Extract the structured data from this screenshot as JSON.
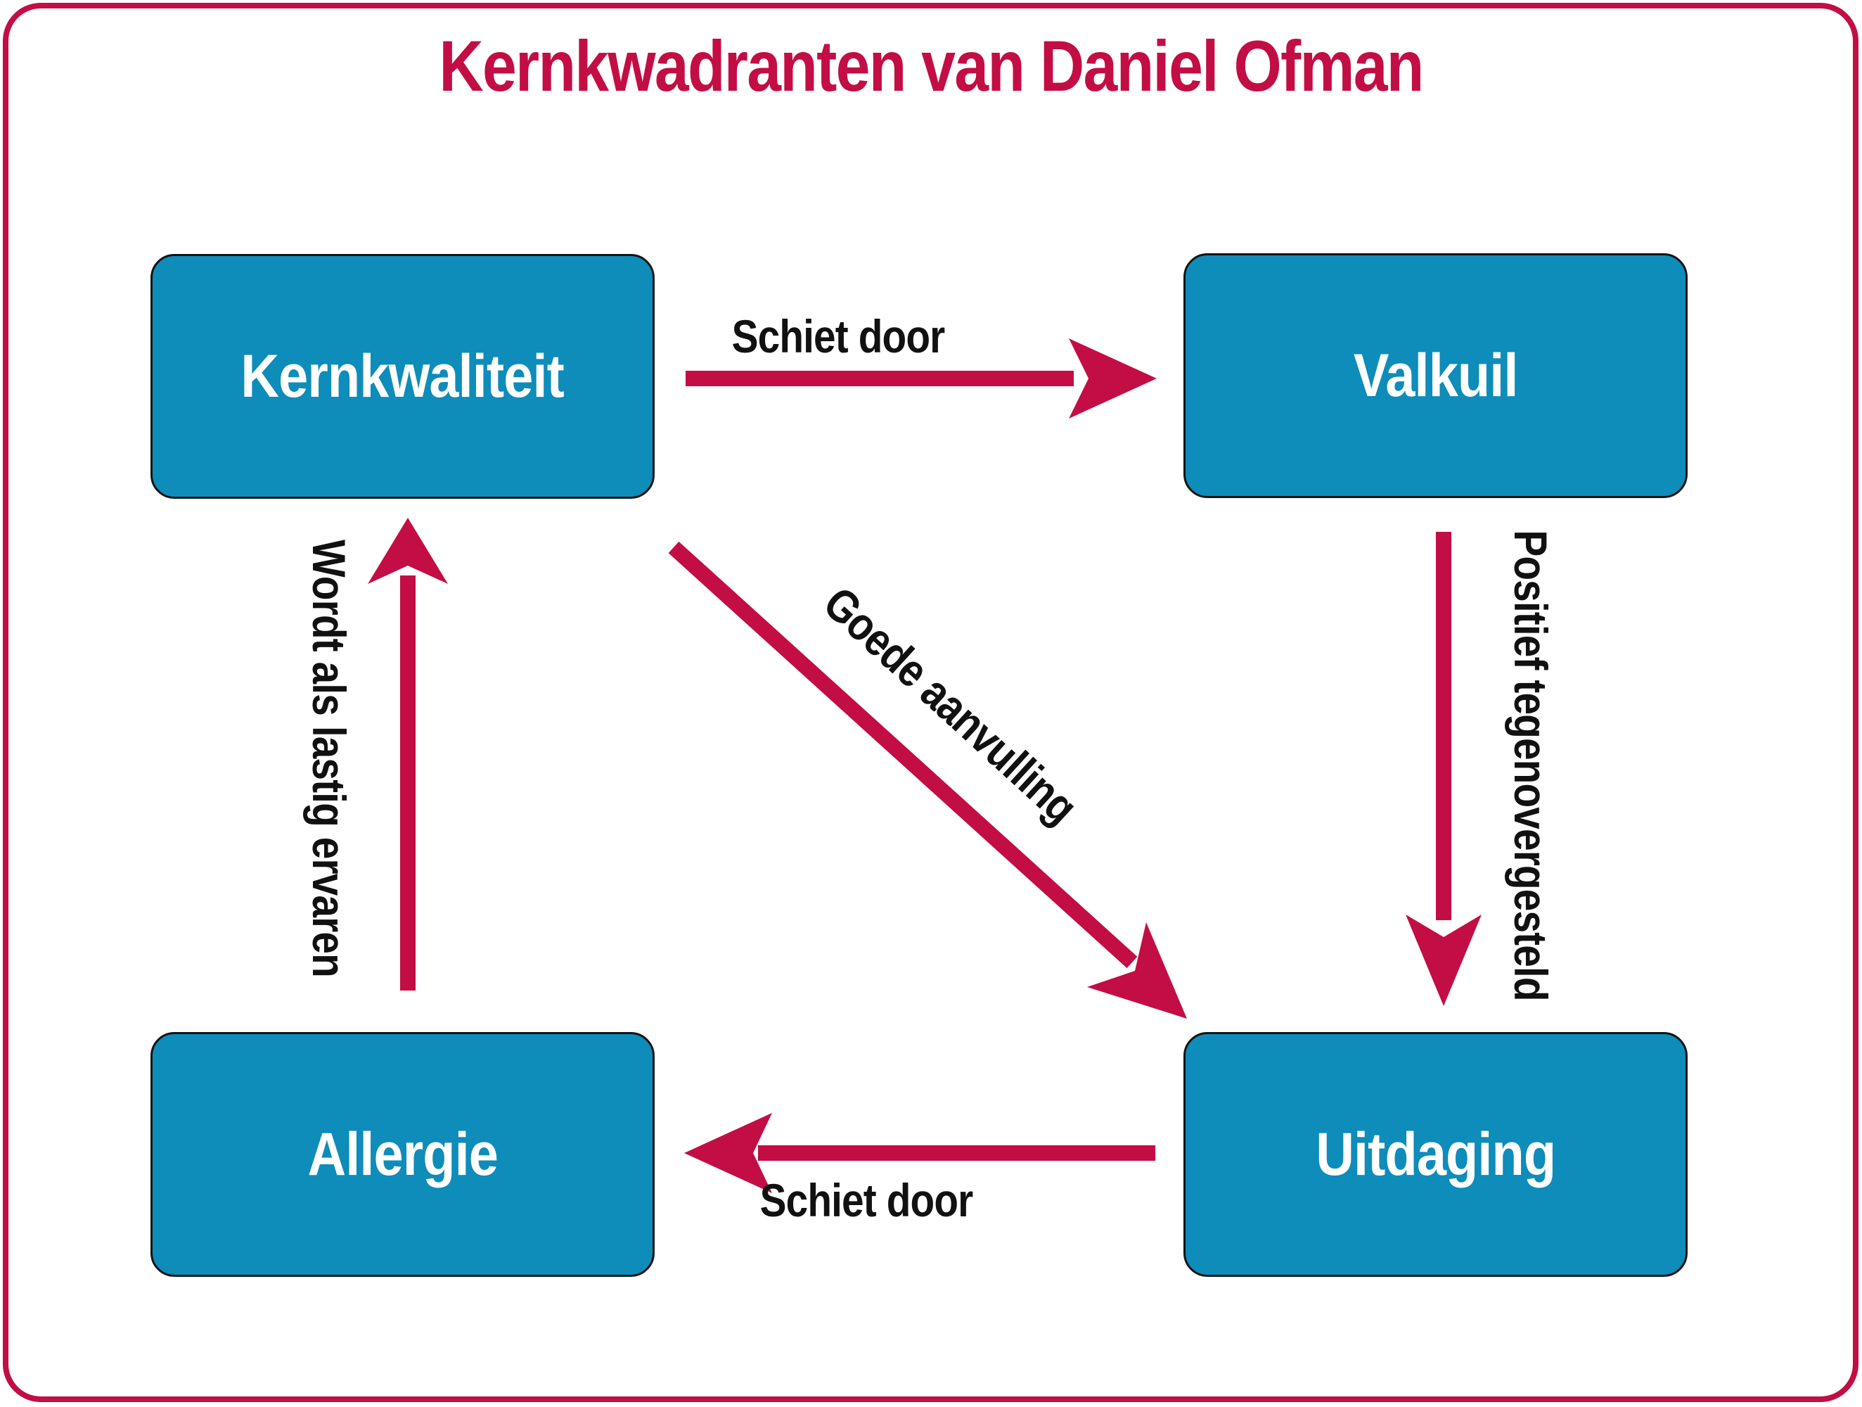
{
  "title": "Kernkwadranten van Daniel Ofman",
  "colors": {
    "accent": "#c30d45",
    "box_fill": "#0e8cba",
    "box_border": "#141414",
    "box_text": "#ffffff",
    "label_text": "#111111"
  },
  "quadrants": {
    "kernkwaliteit": {
      "label": "Kernkwaliteit"
    },
    "valkuil": {
      "label": "Valkuil"
    },
    "allergie": {
      "label": "Allergie"
    },
    "uitdaging": {
      "label": "Uitdaging"
    }
  },
  "arrows": {
    "top": {
      "label": "Schiet door",
      "from": "Kernkwaliteit",
      "to": "Valkuil"
    },
    "right": {
      "label": "Positief tegenovergesteld",
      "from": "Valkuil",
      "to": "Uitdaging"
    },
    "bottom": {
      "label": "Schiet door",
      "from": "Uitdaging",
      "to": "Allergie"
    },
    "left": {
      "label": "Wordt als lastig ervaren",
      "from": "Allergie",
      "to": "Kernkwaliteit"
    },
    "diagonal": {
      "label": "Goede aanvulling",
      "from": "Kernkwaliteit",
      "to": "Uitdaging"
    }
  }
}
